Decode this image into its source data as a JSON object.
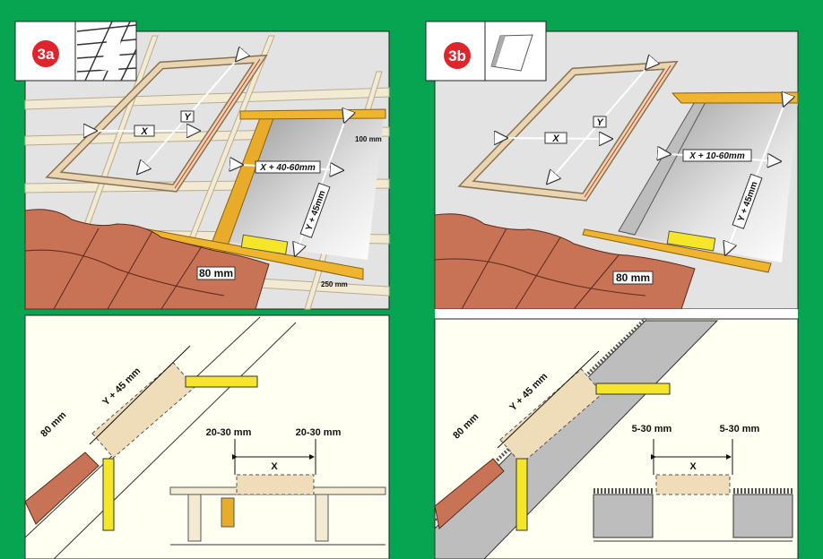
{
  "colors": {
    "background": "#07a552",
    "badge": "#e0242b",
    "tile": "#c87256",
    "batten": "#e8ac2a",
    "level": "#f5e62a"
  },
  "panel_a": {
    "badge": "3a",
    "top": {
      "x_label": "X",
      "y_label": "Y",
      "width_label": "X + 40-60mm",
      "height_label": "Y + 45mm",
      "offset_label": "100 mm",
      "bottom_offset_label": "250 mm",
      "tile_gap_label": "80 mm"
    },
    "bottom": {
      "tile_gap_label": "80 mm",
      "height_label": "Y + 45 mm",
      "left_gap_label": "20-30 mm",
      "right_gap_label": "20-30 mm",
      "x_label": "X"
    }
  },
  "panel_b": {
    "badge": "3b",
    "top": {
      "x_label": "X",
      "y_label": "Y",
      "width_label": "X + 10-60mm",
      "height_label": "Y + 45mm",
      "tile_gap_label": "80 mm"
    },
    "bottom": {
      "tile_gap_label": "80 mm",
      "height_label": "Y + 45 mm",
      "left_gap_label": "5-30 mm",
      "right_gap_label": "5-30 mm",
      "x_label": "X"
    }
  }
}
